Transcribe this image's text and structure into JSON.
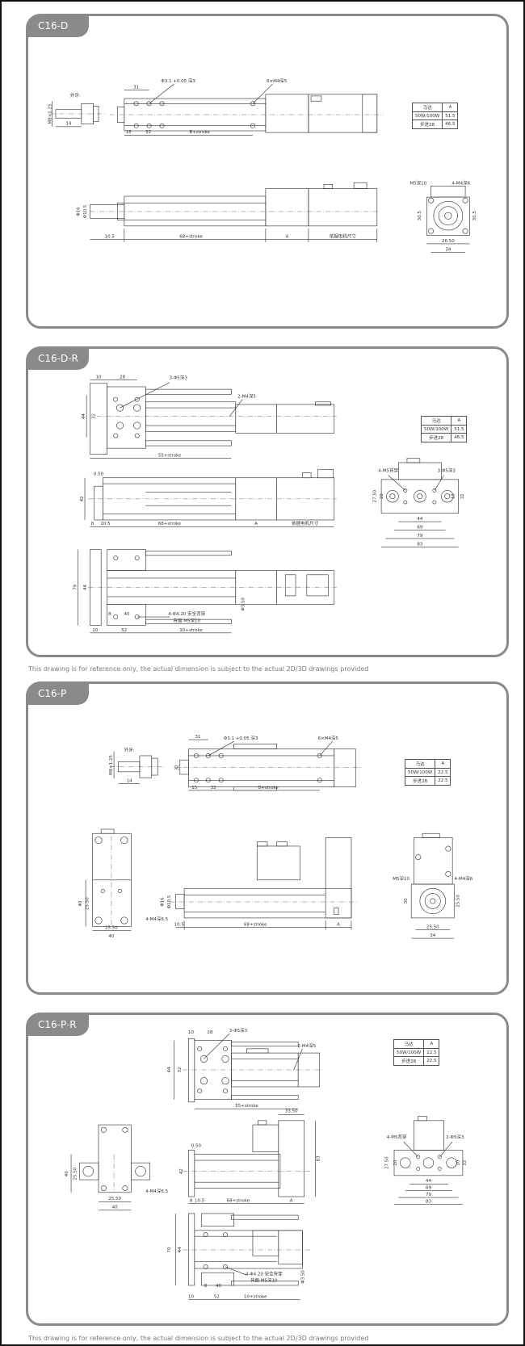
{
  "panels": [
    {
      "title": "C16-D",
      "table": {
        "header": [
          "马达",
          "A"
        ],
        "rows": [
          [
            "50W/100W",
            "51.5"
          ],
          [
            "步进28",
            "46.5"
          ]
        ]
      },
      "labels": [
        "M8×1.25",
        "外牙:",
        "14",
        "31",
        "Φ3.1 +0.05 深3",
        "6×M4深5",
        "15",
        "32",
        "B+stroke",
        "Φ16",
        "Φ10.5",
        "10.5",
        "68+stroke",
        "A",
        "依据电机尺寸",
        "M5深10",
        "4-M4深6",
        "30.5",
        "30.5",
        "26.50",
        "34"
      ]
    },
    {
      "title": "C16-D-R",
      "table": {
        "header": [
          "马达",
          "A"
        ],
        "rows": [
          [
            "50W/100W",
            "51.5"
          ],
          [
            "步进28",
            "46.5"
          ]
        ]
      },
      "labels": [
        "10",
        "28",
        "3-Φ5深3",
        "2-M4深5",
        "44",
        "32",
        "55+stroke",
        "0.50",
        "42",
        "8",
        "10.5",
        "68+stroke",
        "A",
        "依据电机尺寸",
        "79",
        "44",
        "4-Φ4.20 安全背穿",
        "背面 M5深10",
        "8",
        "40",
        "10",
        "52",
        "10+stroke",
        "Φ3.50",
        "4-M5背穿",
        "3-Φ5深3",
        "27.50",
        "20",
        "10",
        "32",
        "44",
        "69",
        "79",
        "83"
      ]
    },
    {
      "title": "C16-P",
      "table": {
        "header": [
          "马达",
          "A"
        ],
        "rows": [
          [
            "50W/100W",
            "22.5"
          ],
          [
            "步进28",
            "22.5"
          ]
        ]
      },
      "labels": [
        "M8×1.25",
        "外牙:",
        "14",
        "31",
        "Φ3.1 +0.05 深3",
        "6×M4深5",
        "32",
        "15",
        "32",
        "B+stroke",
        "40",
        "25.50",
        "4-M4深6.5",
        "25.50",
        "40",
        "Φ16",
        "Φ10.5",
        "10.5",
        "68+stroke",
        "A",
        "M5深10",
        "4-M4深6",
        "30",
        "25.50",
        "25.50",
        "34"
      ]
    },
    {
      "title": "C16-P-R",
      "table": {
        "header": [
          "马达",
          "A"
        ],
        "rows": [
          [
            "50W/100W",
            "22.5"
          ],
          [
            "步进28",
            "22.5"
          ]
        ]
      },
      "labels": [
        "10",
        "28",
        "3-Φ5深3",
        "2-M4深5",
        "44",
        "32",
        "55+stroke",
        "40",
        "25.50",
        "4-M4深6.5",
        "25.50",
        "40",
        "0.50",
        "42",
        "33.50",
        "83",
        "8",
        "10.5",
        "68+stroke",
        "A",
        "70",
        "44",
        "4-Φ4.20 安全背穿",
        "背面 M5深10",
        "8",
        "40",
        "10",
        "52",
        "10+stroke",
        "Φ3.50",
        "4-M5背穿",
        "2-Φ5深3",
        "27.50",
        "20",
        "10",
        "32",
        "44",
        "69",
        "79",
        "83"
      ]
    }
  ],
  "notes": {
    "disclaimer": "This drawing is for reference only, the actual dimension is subject to the actual 2D/3D drawings provided"
  },
  "colors": {
    "panel_border": "#8a8a8a",
    "tab_fill": "#8a8a8a",
    "line": "#333333"
  }
}
